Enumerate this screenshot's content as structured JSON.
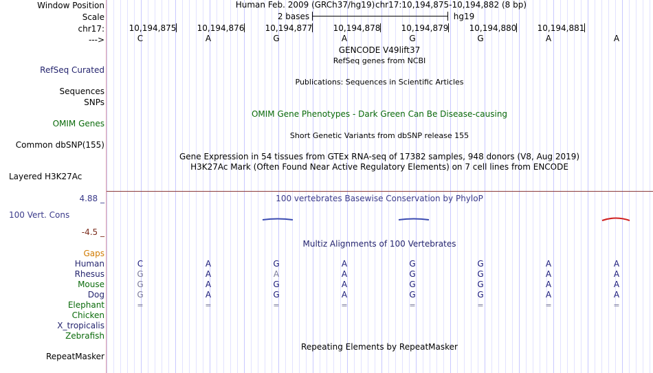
{
  "header": {
    "window_position_label": "Window Position",
    "scale_label": "Scale",
    "chrom_label": "chr17:",
    "strand_label": "--->",
    "assembly": "Human Feb. 2009 (GRCh37/hg19)",
    "position": "chr17:10,194,875-10,194,882 (8 bp)",
    "scale_text": "2 bases",
    "db": "hg19"
  },
  "ruler": {
    "positions": [
      "10,194,875",
      "10,194,876",
      "10,194,877",
      "10,194,878",
      "10,194,879",
      "10,194,880",
      "10,194,881"
    ]
  },
  "sequence": [
    "C",
    "A",
    "G",
    "A",
    "G",
    "G",
    "A",
    "A"
  ],
  "tracks": {
    "gencode_title": "GENCODE V49lift37",
    "refseq_title": "RefSeq genes from NCBI",
    "refseq_label": "RefSeq Curated",
    "pubs_title": "Publications: Sequences in Scientific Articles",
    "sequences_label": "Sequences",
    "snps_label": "SNPs",
    "omim_title": "OMIM Gene Phenotypes - Dark Green Can Be Disease-causing",
    "omim_label": "OMIM Genes",
    "dbsnp_title": "Short Genetic Variants from dbSNP release 155",
    "dbsnp_label": "Common dbSNP(155)",
    "gtex_title": "Gene Expression in 54 tissues from GTEx RNA-seq of 17382 samples, 948 donors (V8, Aug 2019)",
    "h3k_title": "H3K27Ac Mark (Often Found Near Active Regulatory Elements) on 7 cell lines from ENCODE",
    "h3k_label": "Layered H3K27Ac",
    "cons_max": "4.88 _",
    "cons_title": "100 vertebrates Basewise Conservation by PhyloP",
    "cons_label": "100 Vert. Cons",
    "cons_min": "-4.5 _",
    "multiz_title": "Multiz Alignments of 100 Vertebrates",
    "repeat_title": "Repeating Elements by RepeatMasker",
    "repeat_label": "RepeatMasker"
  },
  "alignments": [
    {
      "species": "Gaps",
      "bases": []
    },
    {
      "species": "Human",
      "bases": [
        "C",
        "A",
        "G",
        "A",
        "G",
        "G",
        "A",
        "A"
      ]
    },
    {
      "species": "Rhesus",
      "bases": [
        "G",
        "A",
        "A",
        "A",
        "G",
        "G",
        "A",
        "A"
      ]
    },
    {
      "species": "Mouse",
      "bases": [
        "G",
        "A",
        "G",
        "A",
        "G",
        "G",
        "A",
        "A"
      ]
    },
    {
      "species": "Dog",
      "bases": [
        "G",
        "A",
        "G",
        "A",
        "G",
        "G",
        "A",
        "A"
      ]
    },
    {
      "species": "Elephant",
      "bases": [
        "=",
        "=",
        "=",
        "=",
        "=",
        "=",
        "=",
        "="
      ]
    },
    {
      "species": "Chicken",
      "bases": []
    },
    {
      "species": "X_tropicalis",
      "bases": []
    },
    {
      "species": "Zebrafish",
      "bases": []
    }
  ]
}
